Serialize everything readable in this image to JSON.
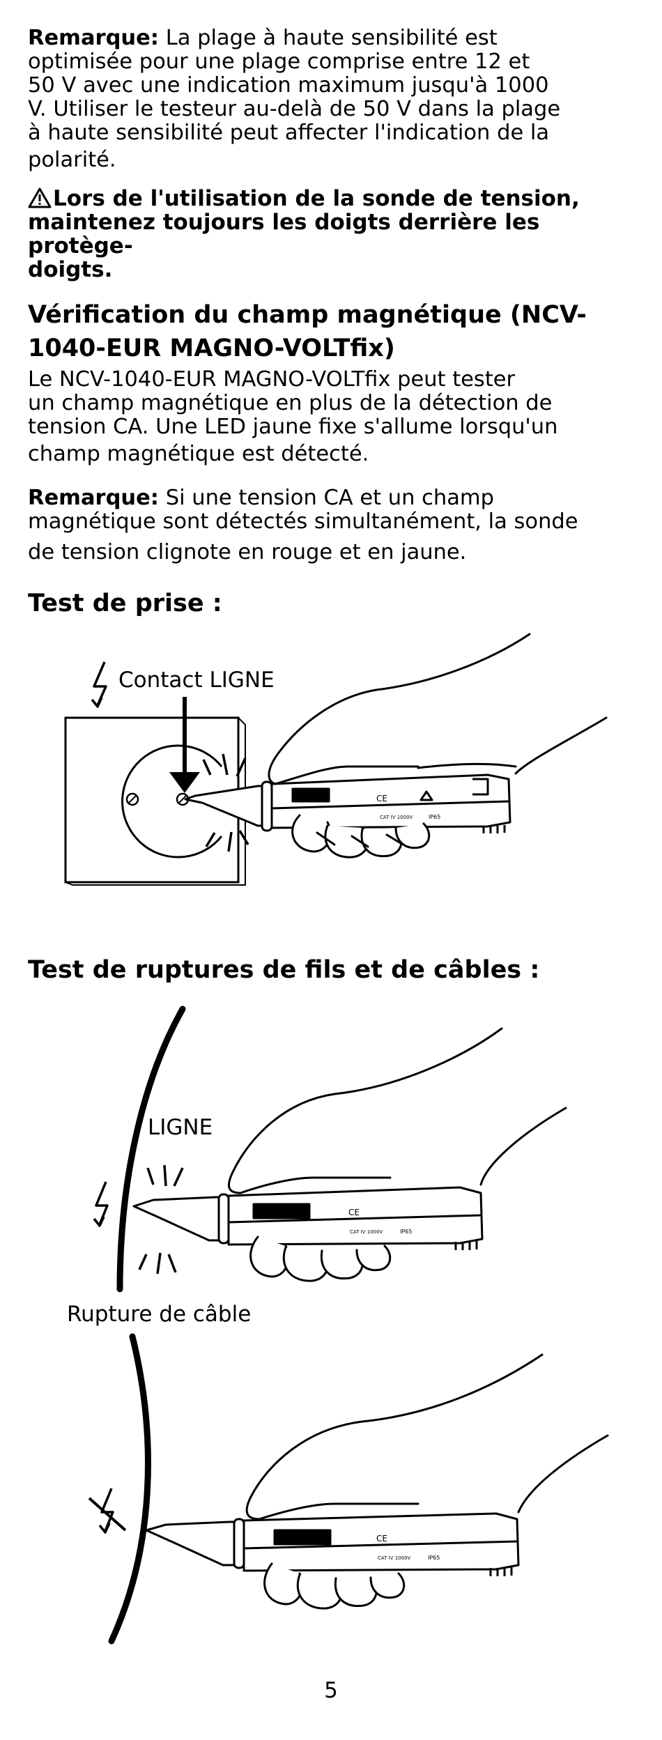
{
  "note1": {
    "label": "Remarque:",
    "lines": [
      " La plage à haute sensibilité est",
      "optimisée pour une plage comprise entre 12 et",
      "50 V avec une indication maximum jusqu'à 1000",
      "V. Utiliser le testeur au-delà de 50 V dans la plage",
      "à haute sensibilité peut affecter l'indication de la",
      "polarité."
    ]
  },
  "warning": {
    "icon": "warning-triangle-icon",
    "lines": [
      "Lors de l'utilisation de la sonde de tension,",
      "maintenez toujours les doigts derrière les protège-",
      "doigts."
    ]
  },
  "magnetic": {
    "heading_lines": [
      "Vérification du champ magnétique (NCV-",
      "1040-EUR MAGNO-VOLTfix)"
    ],
    "body_lines": [
      "Le NCV-1040-EUR MAGNO-VOLTfix peut tester",
      "un champ magnétique en plus de la détection de",
      "tension CA. Une LED jaune fixe s'allume lorsqu'un",
      "champ magnétique est détecté."
    ]
  },
  "note2": {
    "label": "Remarque:",
    "lines": [
      " Si une tension CA et un champ",
      "magnétique sont détectés simultanément, la sonde",
      "de tension clignote en rouge et en jaune."
    ]
  },
  "socket_test": {
    "heading": "Test de prise :",
    "contact_label": "Contact LIGNE"
  },
  "cable_test": {
    "heading": "Test de ruptures de fils et de câbles :",
    "line_label": "LIGNE",
    "break_label": "Rupture de câble"
  },
  "tester_markings": {
    "ce": "CE",
    "cat": "CAT IV 1000V",
    "ip": "IP65"
  },
  "page_number": "5"
}
